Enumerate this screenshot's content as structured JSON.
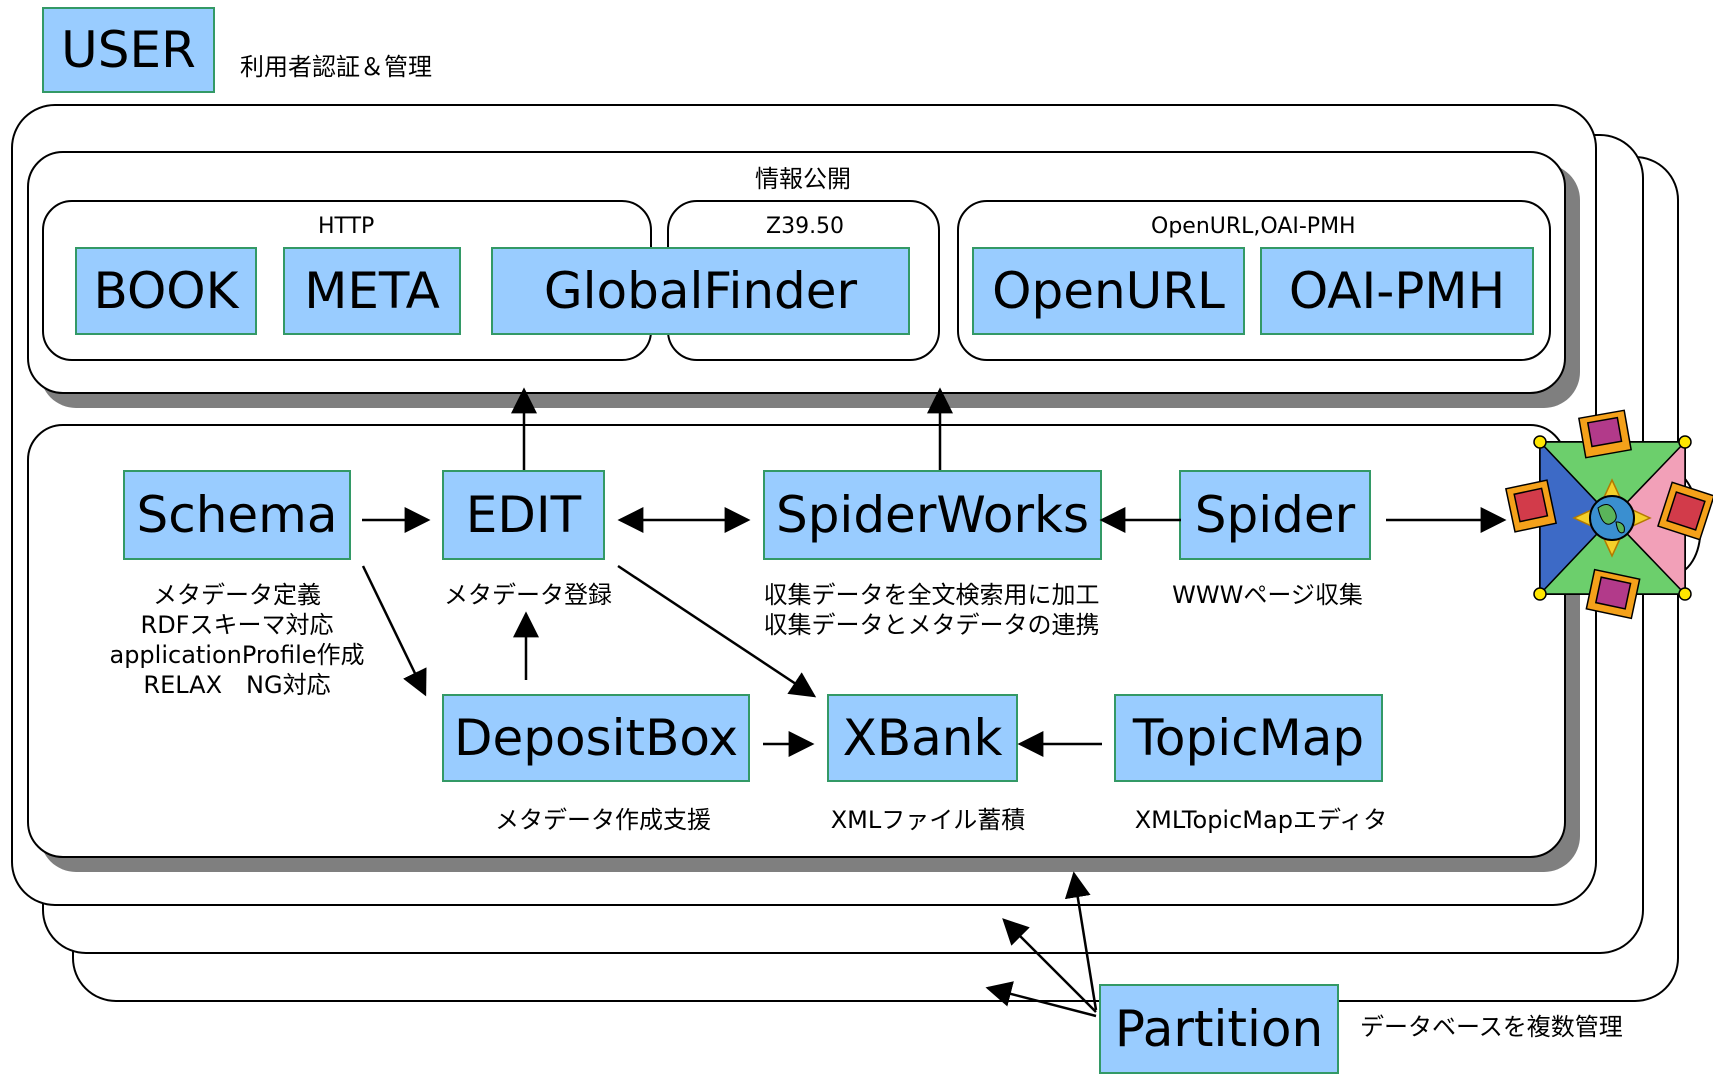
{
  "user": {
    "label": "USER",
    "caption": "利用者認証＆管理"
  },
  "publish": {
    "title": "情報公開",
    "groups": {
      "http": "HTTP",
      "z3950": "Z39.50",
      "openurl_oai": "OpenURL,OAI-PMH"
    },
    "boxes": {
      "book": "BOOK",
      "meta": "META",
      "globalfinder": "GlobalFinder",
      "openurl": "OpenURL",
      "oaipmh": "OAI-PMH"
    }
  },
  "components": {
    "schema": {
      "label": "Schema",
      "caption": [
        "メタデータ定義",
        "RDFスキーマ対応",
        "applicationProfile作成",
        "RELAX　NG対応"
      ]
    },
    "edit": {
      "label": "EDIT",
      "caption": [
        "メタデータ登録"
      ]
    },
    "spiderworks": {
      "label": "SpiderWorks",
      "caption": [
        "収集データを全文検索用に加工",
        "収集データとメタデータの連携"
      ]
    },
    "spider": {
      "label": "Spider",
      "caption": [
        "WWWページ収集"
      ]
    },
    "depositbox": {
      "label": "DepositBox",
      "caption": [
        "メタデータ作成支援"
      ]
    },
    "xbank": {
      "label": "XBank",
      "caption": [
        "XMLファイル蓄積"
      ]
    },
    "topicmap": {
      "label": "TopicMap",
      "caption": [
        "XMLTopicMapエディタ"
      ]
    }
  },
  "partition": {
    "label": "Partition",
    "caption": "データベースを複数管理"
  },
  "icons": {
    "www": "globe-network-icon"
  }
}
